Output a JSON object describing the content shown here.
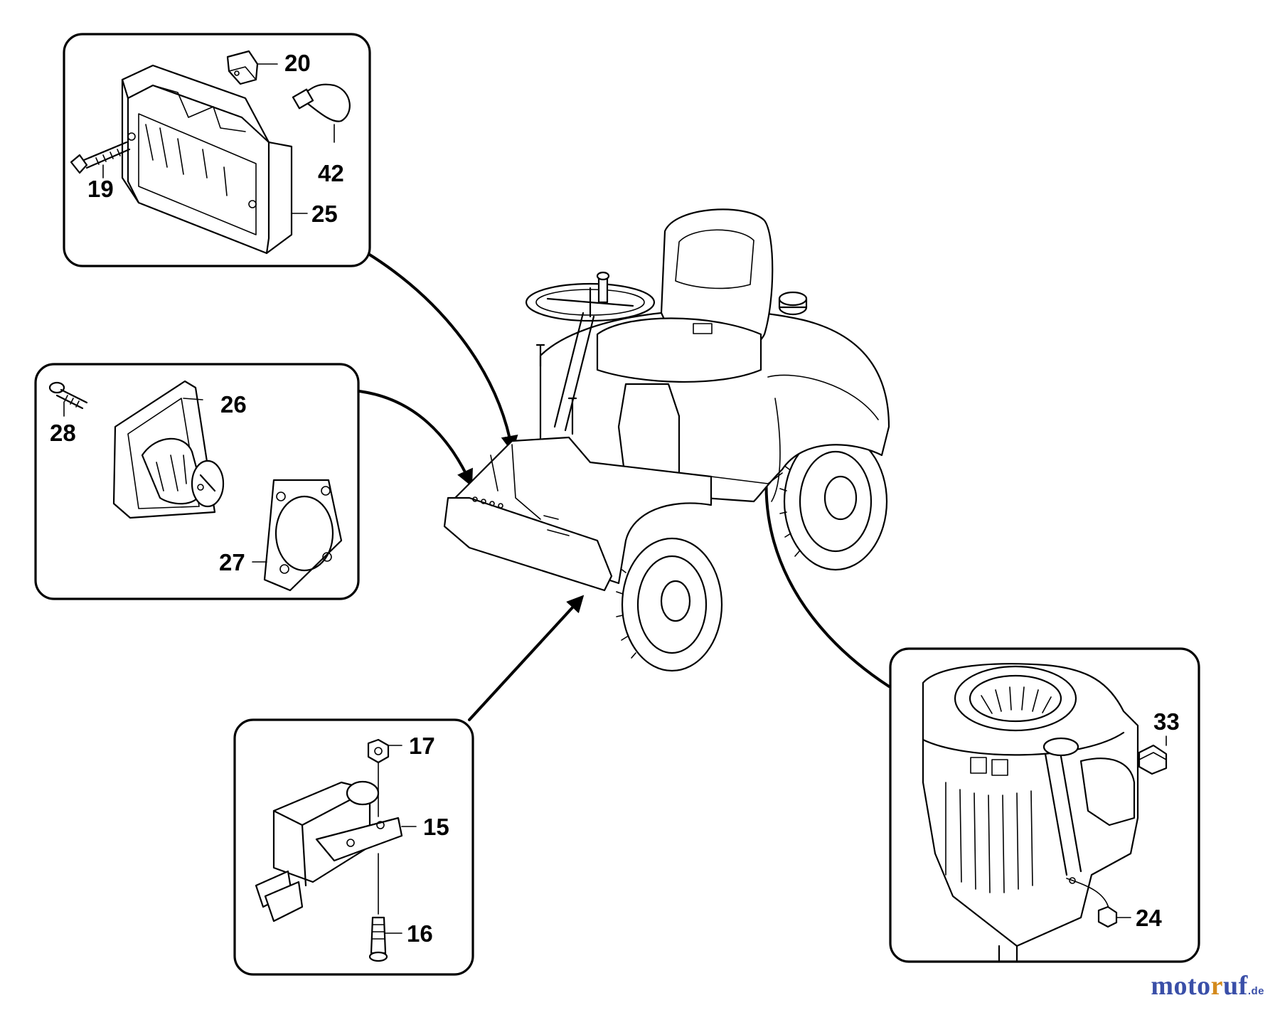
{
  "callouts": {
    "p15": "15",
    "p16": "16",
    "p17": "17",
    "p19": "19",
    "p20": "20",
    "p24": "24",
    "p25": "25",
    "p26": "26",
    "p27": "27",
    "p28": "28",
    "p33": "33",
    "p42": "42"
  },
  "watermark": {
    "part1": "moto",
    "part2": "r",
    "part3": "uf",
    "tld": ".de"
  },
  "colors": {
    "line": "#000000",
    "background": "#ffffff",
    "brand_blue": "#3a4fa8",
    "brand_orange": "#d48a1c"
  }
}
